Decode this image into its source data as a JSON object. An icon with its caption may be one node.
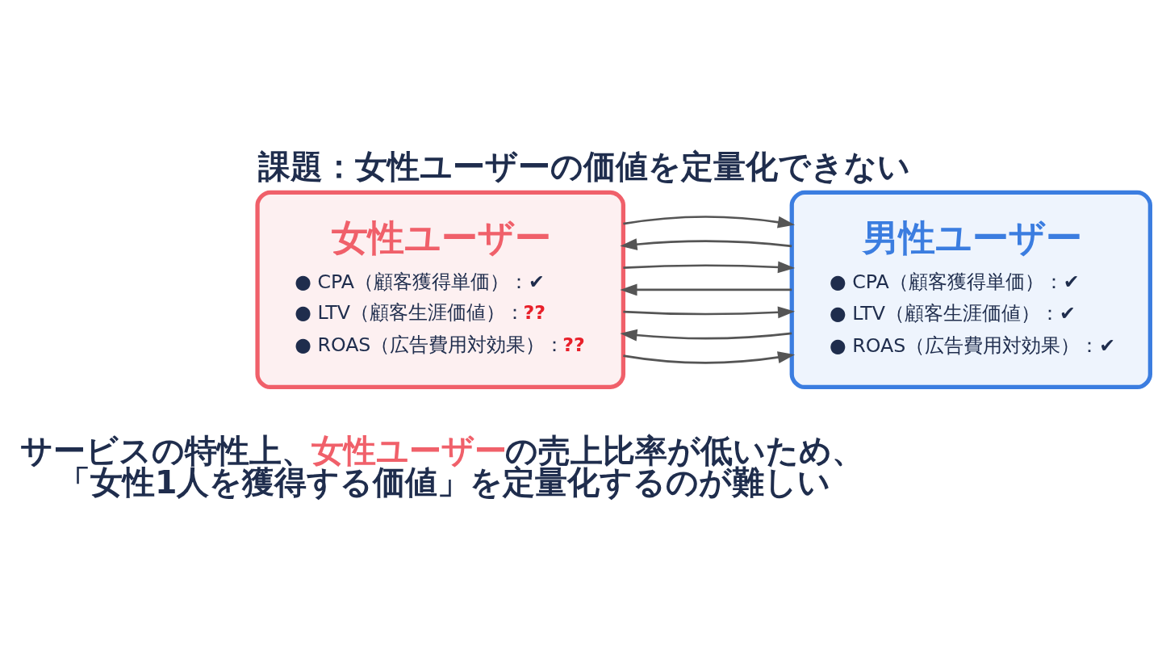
{
  "diagram": {
    "title": "課題：女性ユーザーの価値を定量化できない",
    "caption": "サービスの特性上、**女性ユーザー**の売上比率が低いため、「女性1人を獲得する価値」を定量化するのが難しい",
    "nodes": [
      {
        "text": [
          "女性ユーザー",
          "● CPA（顧客獲得単価）：✔",
          "● LTV（顧客生涯価値）：**??**",
          "● ROAS（広告費用対効果）：**??**"
        ]
      },
      {
        "text": [
          "男性ユーザー",
          "● CPA（顧客獲得単価）：✔",
          "● LTV（顧客生涯価値）：✔",
          "● ROAS（広告費用対効果）：✔"
        ]
      }
    ],
    "edges": [
      {
        "from": 0,
        "to": 1,
        "arrow": "to"
      },
      {
        "from": 1,
        "to": 0,
        "arrow": "to"
      },
      {
        "from": 0,
        "to": 1,
        "arrow": "to"
      },
      {
        "from": 1,
        "to": 0,
        "arrow": "to"
      },
      {
        "from": 0,
        "to": 1,
        "arrow": "to"
      },
      {
        "from": 1,
        "to": 0,
        "arrow": "to"
      },
      {
        "from": 0,
        "to": 1,
        "arrow": "to"
      }
    ]
  }
}
